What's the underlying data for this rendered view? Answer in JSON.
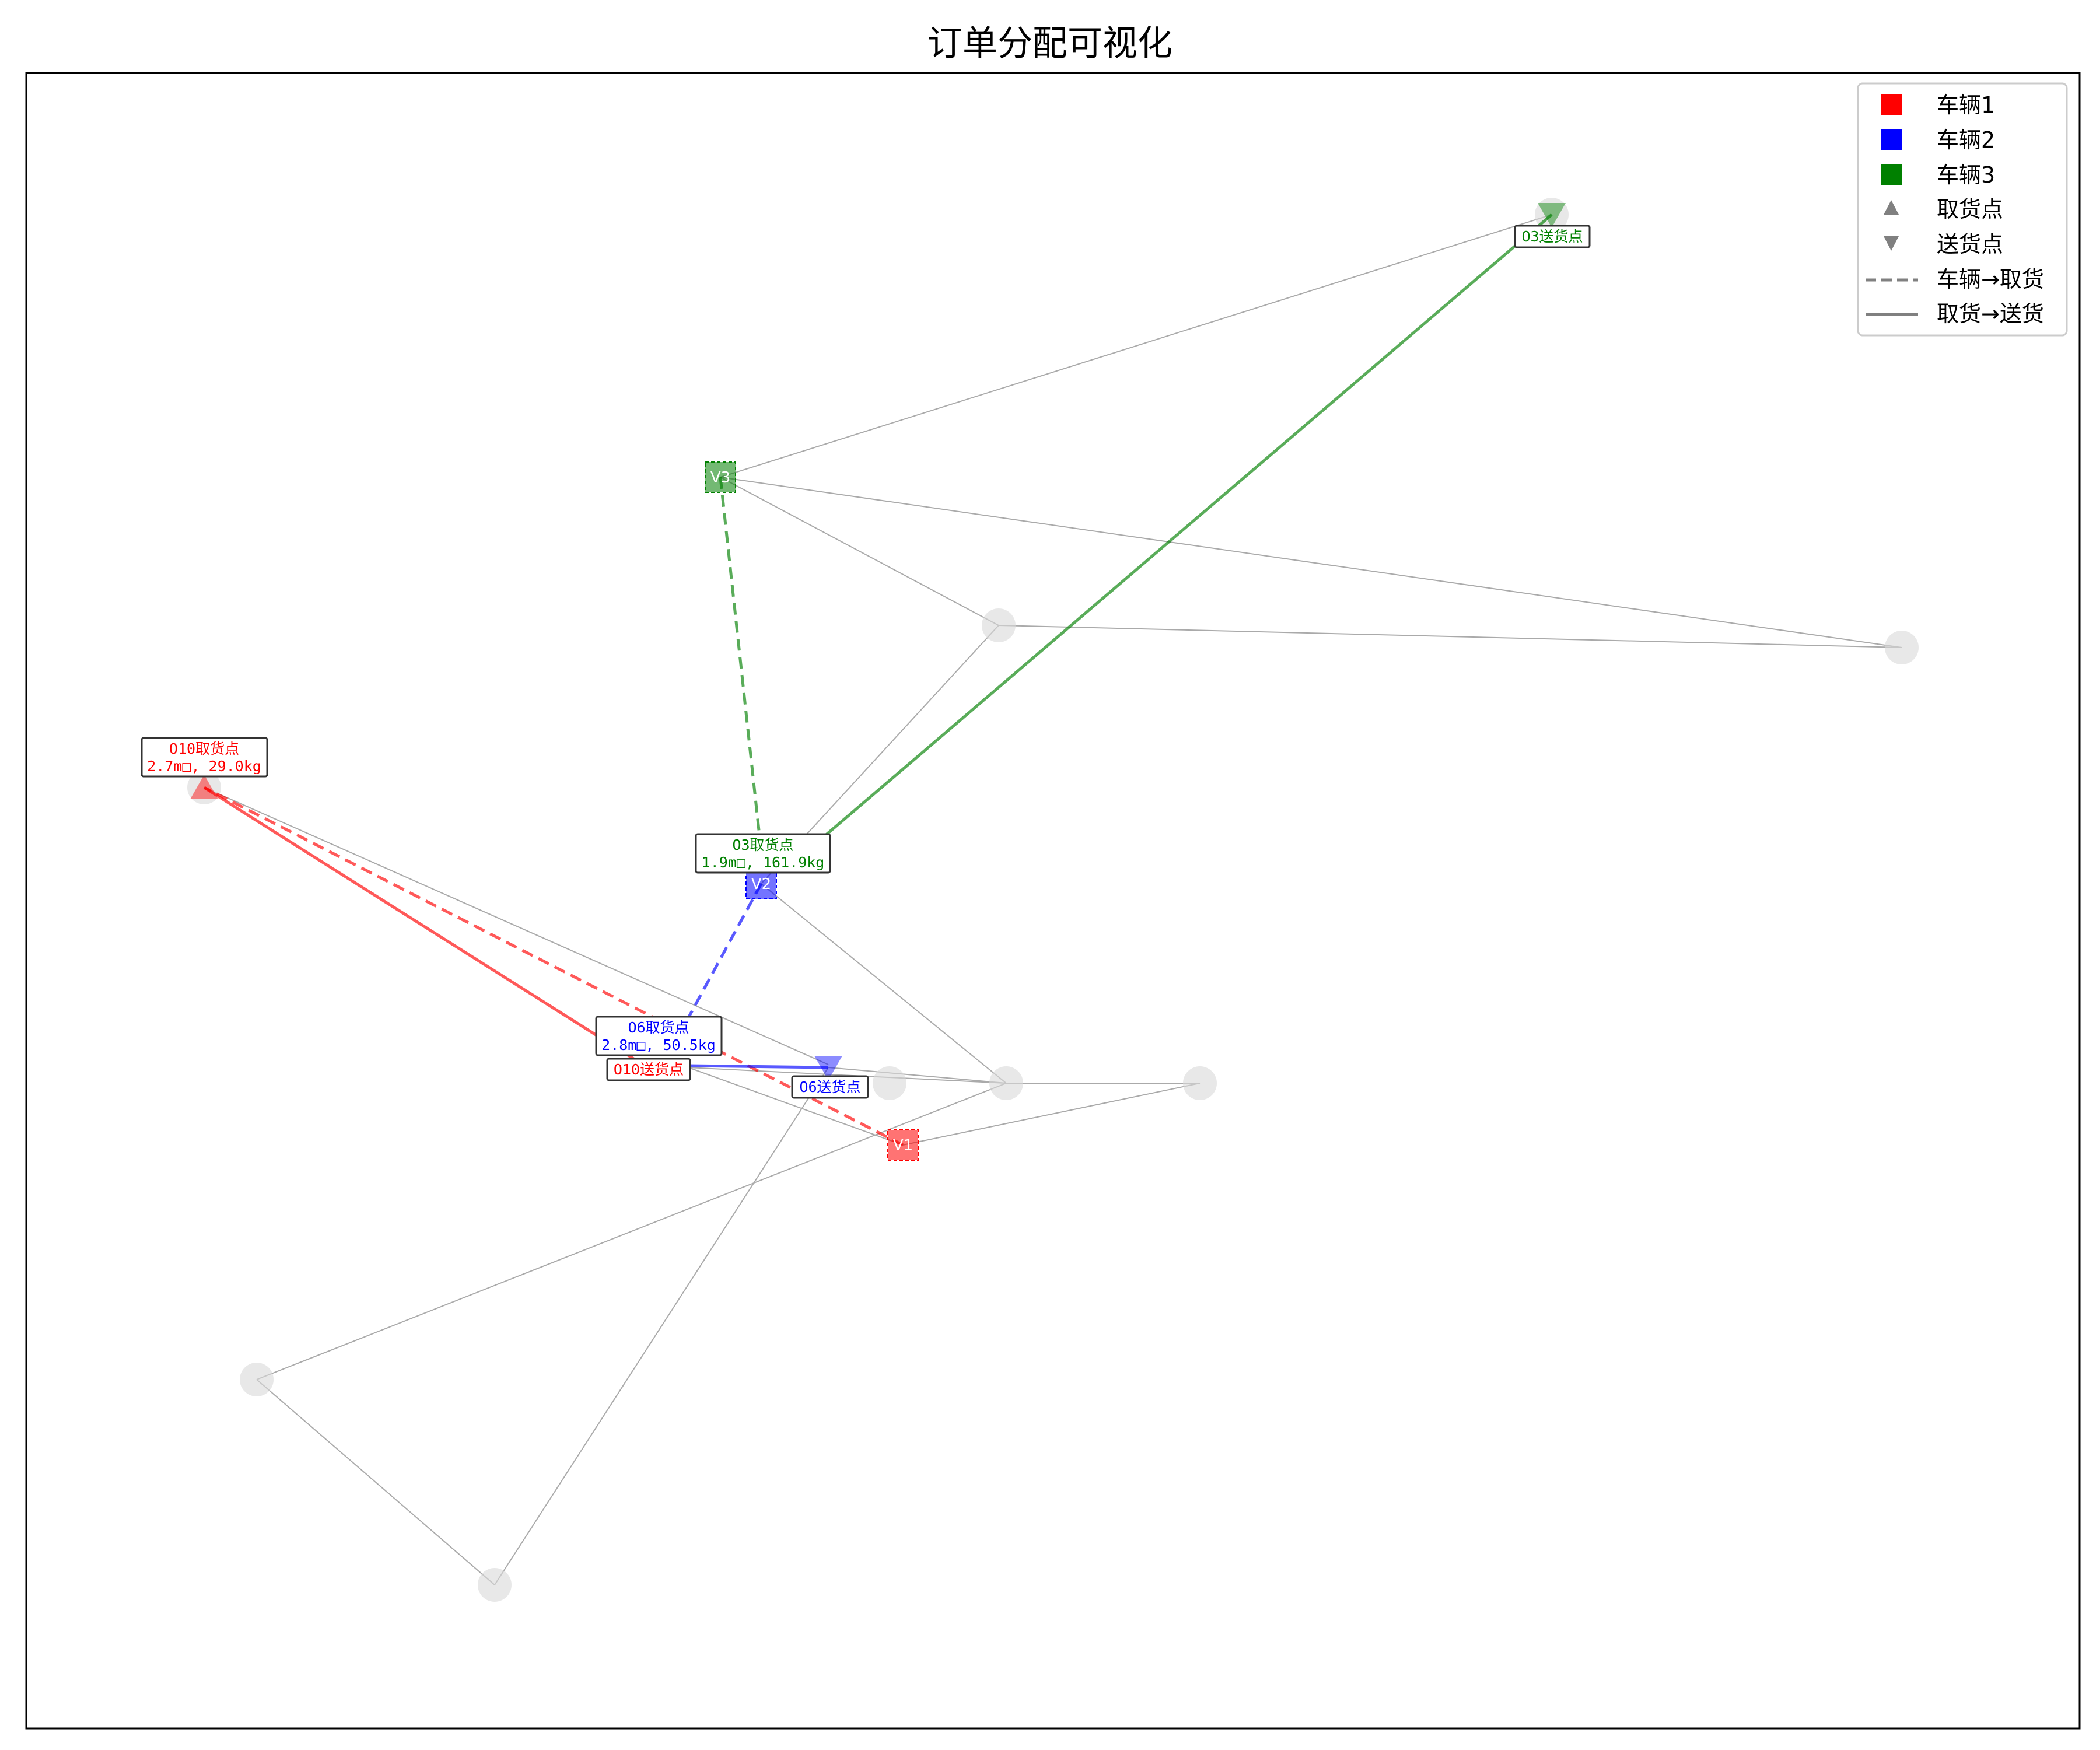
{
  "title": "订单分配可视化",
  "colors": {
    "vehicle1": "#ff0000",
    "vehicle2": "#0000ff",
    "vehicle3": "#008000",
    "node": "#d9d9d9",
    "edge": "#aaaaaa",
    "marker_legend": "#808080"
  },
  "legend": [
    {
      "label": "车辆1",
      "symbol": "square",
      "color": "#ff0000"
    },
    {
      "label": "车辆2",
      "symbol": "square",
      "color": "#0000ff"
    },
    {
      "label": "车辆3",
      "symbol": "square",
      "color": "#008000"
    },
    {
      "label": "取货点",
      "symbol": "triangle-up",
      "color": "#808080"
    },
    {
      "label": "送货点",
      "symbol": "triangle-down",
      "color": "#808080"
    },
    {
      "label": "车辆→取货",
      "symbol": "dashed-line",
      "color": "#808080"
    },
    {
      "label": "取货→送货",
      "symbol": "solid-line",
      "color": "#808080"
    }
  ],
  "vehicles": [
    {
      "label": "V1",
      "color": "#ff0000"
    },
    {
      "label": "V2",
      "color": "#0000ff"
    },
    {
      "label": "V3",
      "color": "#008000"
    }
  ],
  "orders": [
    {
      "id": "O10",
      "color": "#ff0000",
      "pickup_label": "O10取货点",
      "pickup_detail": "2.7m□, 29.0kg",
      "delivery_label": "O10送货点"
    },
    {
      "id": "O6",
      "color": "#0000ff",
      "pickup_label": "O6取货点",
      "pickup_detail": "2.8m□, 50.5kg",
      "delivery_label": "O6送货点"
    },
    {
      "id": "O3",
      "color": "#008000",
      "pickup_label": "O3取货点",
      "pickup_detail": "1.9m□, 161.9kg",
      "delivery_label": "O3送货点"
    }
  ]
}
